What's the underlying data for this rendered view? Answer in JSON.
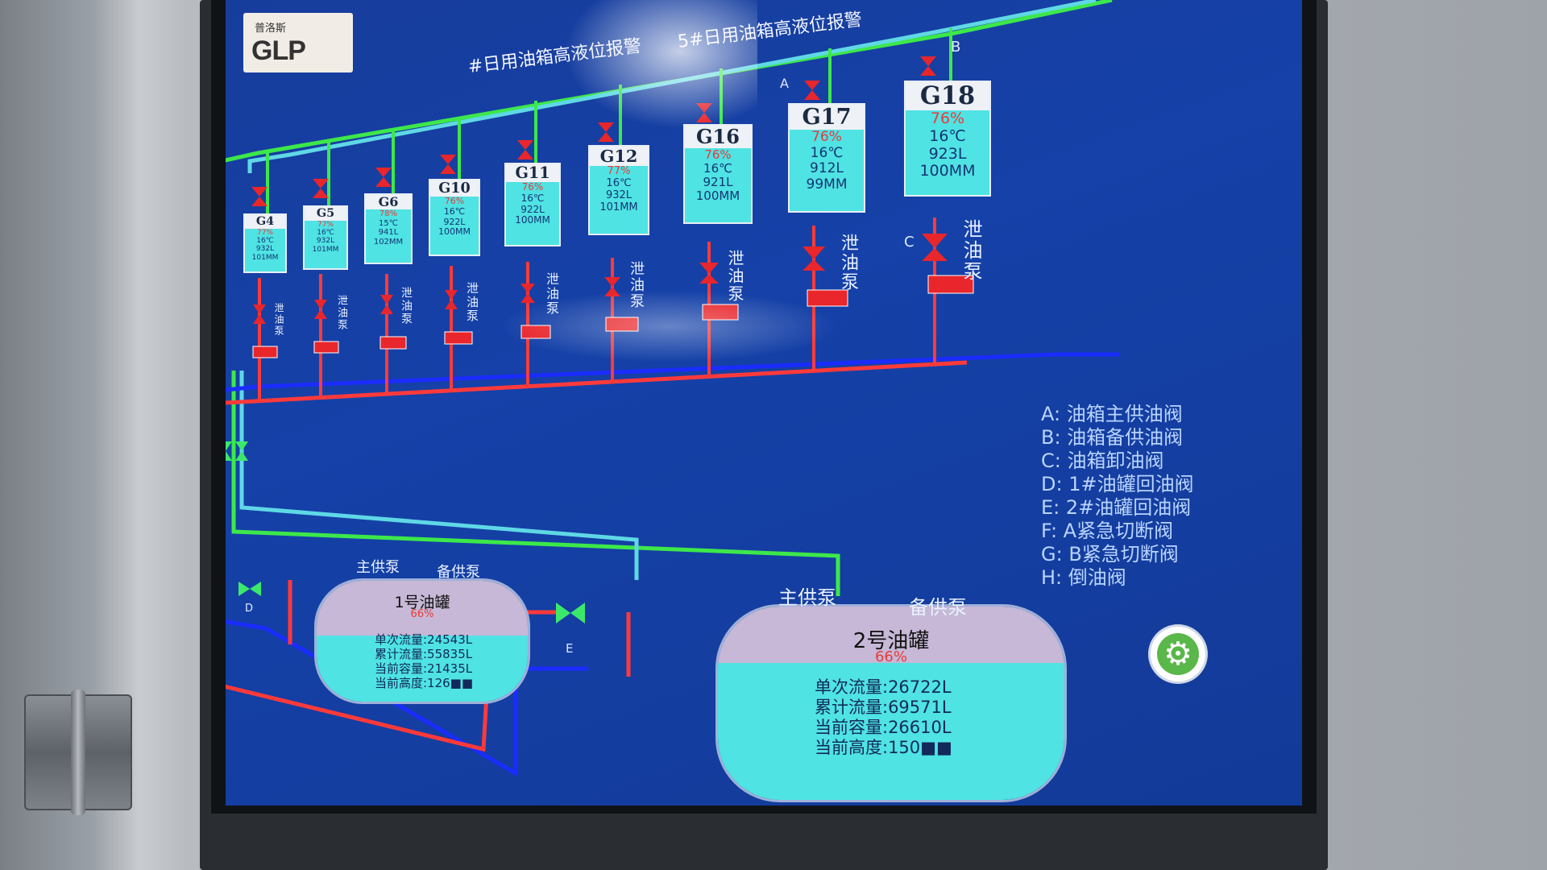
{
  "header": {
    "logo_cn": "普洛斯",
    "logo_text": "GLP",
    "alarm_1": "#日用油箱高液位报警",
    "alarm_2": "5#日用油箱高液位报警"
  },
  "day_tanks": [
    {
      "name": "G4",
      "pct": "77%",
      "temp": "16℃",
      "volume": "932L",
      "height": "101MM"
    },
    {
      "name": "G5",
      "pct": "77%",
      "temp": "16℃",
      "volume": "932L",
      "height": "101MM"
    },
    {
      "name": "G6",
      "pct": "78%",
      "temp": "15℃",
      "volume": "941L",
      "height": "102MM"
    },
    {
      "name": "G10",
      "pct": "76%",
      "temp": "16℃",
      "volume": "922L",
      "height": "100MM"
    },
    {
      "name": "G11",
      "pct": "76%",
      "temp": "16℃",
      "volume": "922L",
      "height": "100MM"
    },
    {
      "name": "G12",
      "pct": "77%",
      "temp": "16℃",
      "volume": "932L",
      "height": "101MM"
    },
    {
      "name": "G16",
      "pct": "76%",
      "temp": "16℃",
      "volume": "921L",
      "height": "100MM"
    },
    {
      "name": "G17",
      "pct": "76%",
      "temp": "16℃",
      "volume": "912L",
      "height": "99MM"
    },
    {
      "name": "G18",
      "pct": "76%",
      "temp": "16℃",
      "volume": "923L",
      "height": "100MM"
    }
  ],
  "valve_labels": {
    "a": "A",
    "b": "B",
    "c": "C",
    "d": "D",
    "e": "E"
  },
  "drain_pump_label": "泄油泵",
  "main_tanks": [
    {
      "title": "1号油罐",
      "pct": "66%",
      "single_flow": "单次流量:24543L",
      "total_flow": "累计流量:55835L",
      "capacity": "当前容量:21435L",
      "height": "当前高度:126■■",
      "main_pump": "主供泵",
      "backup_pump": "备供泵"
    },
    {
      "title": "2号油罐",
      "pct": "66%",
      "single_flow": "单次流量:26722L",
      "total_flow": "累计流量:69571L",
      "capacity": "当前容量:26610L",
      "height": "当前高度:150■■",
      "main_pump": "主供泵",
      "backup_pump": "备供泵"
    }
  ],
  "legend": [
    "A:  油箱主供油阀",
    "B:  油箱备供油阀",
    "C:  油箱卸油阀",
    "D:  1#油罐回油阀",
    "E:  2#油罐回油阀",
    "F:  A紧急切断阀",
    "G:  B紧急切断阀",
    "H:  倒油阀"
  ],
  "colors": {
    "pipe_green": "#3de84a",
    "pipe_cyan": "#5fd8e6",
    "pipe_blue": "#1a2cff",
    "pipe_red": "#ff3a3a",
    "tank_fill": "#4fe3e3",
    "valve_red": "#e8262c",
    "valve_green": "#3ce86a",
    "screen_bg": "#1541a8"
  },
  "icons": {
    "settings": "gear-icon"
  }
}
